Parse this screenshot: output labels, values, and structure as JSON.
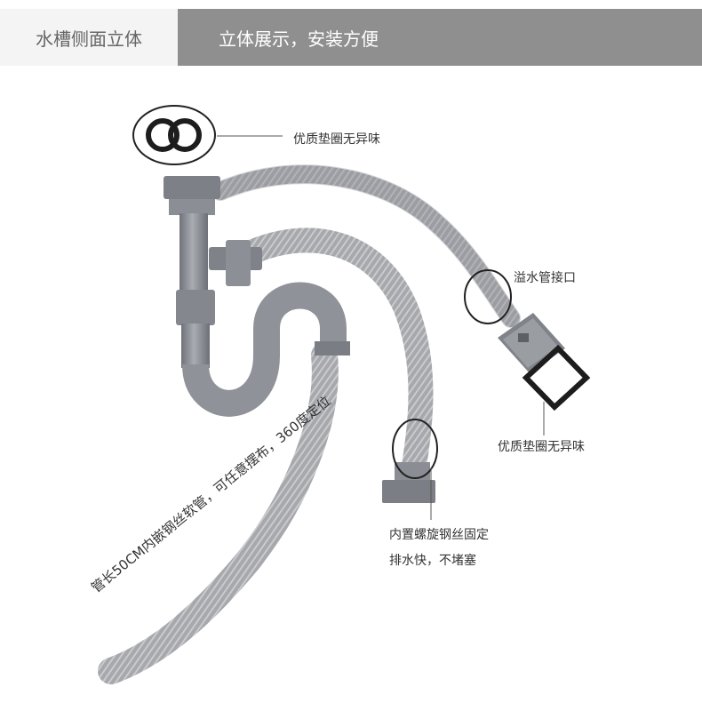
{
  "header": {
    "left_tab": "水槽侧面立体",
    "right_title": "立体展示，安装方便"
  },
  "annotations": {
    "washer_top": "优质垫圈无异味",
    "overflow_port": "溢水管接口",
    "washer_bottom": "优质垫圈无异味",
    "spiral_line1": "内置螺旋钢丝固定",
    "spiral_line2": "排水快，不堵塞",
    "hose_desc": "管长50CM内嵌钢丝软管，可任意摆布，360度定位"
  },
  "colors": {
    "header_left_bg": "#f4f4f4",
    "header_right_bg": "#8f8f8f",
    "pipe_gray": "#8d9096",
    "hose_gray": "#a7a9ad"
  }
}
